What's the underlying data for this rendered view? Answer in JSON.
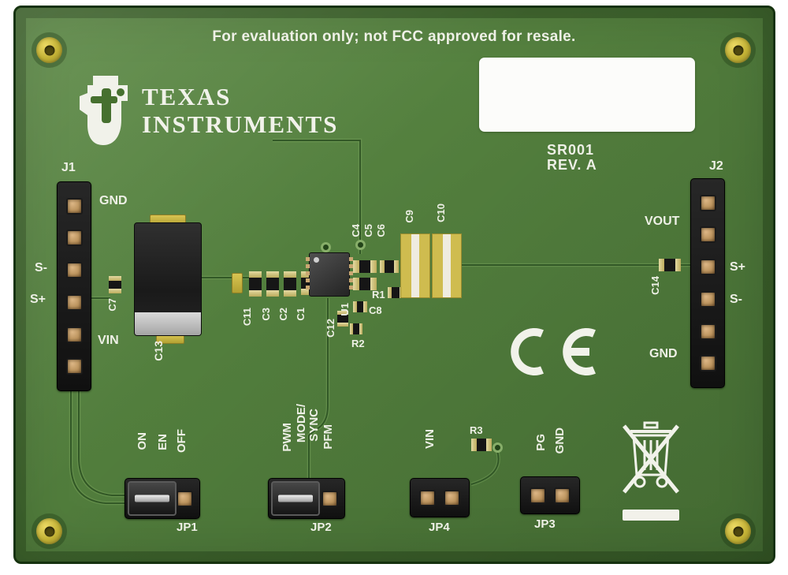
{
  "board": {
    "warning": "For evaluation only; not FCC approved for resale.",
    "logo": {
      "line1": "TEXAS",
      "line2": "INSTRUMENTS"
    },
    "name": "SR001",
    "rev": "REV. A",
    "ce_mark": "CE"
  },
  "connectors": {
    "j1": {
      "designator": "J1",
      "pin_gnd": "GND",
      "pin_s_minus": "S-",
      "pin_s_plus": "S+",
      "pin_vin": "VIN"
    },
    "j2": {
      "designator": "J2",
      "pin_vout": "VOUT",
      "pin_s_plus": "S+",
      "pin_s_minus": "S-",
      "pin_gnd": "GND"
    }
  },
  "components": {
    "u1": "U1",
    "c1": "C1",
    "c2": "C2",
    "c3": "C3",
    "c4": "C4",
    "c5": "C5",
    "c6": "C6",
    "c7": "C7",
    "c8": "C8",
    "c9": "C9",
    "c10": "C10",
    "c11": "C11",
    "c12": "C12",
    "c13": "C13",
    "c14": "C14",
    "r1": "R1",
    "r2": "R2",
    "r3": "R3"
  },
  "jumpers": {
    "jp1": {
      "designator": "JP1",
      "label_on": "ON",
      "label_en": "EN",
      "label_off": "OFF"
    },
    "jp2": {
      "designator": "JP2",
      "label_pwm": "PWM",
      "label_mode": "MODE/",
      "label_sync": "SYNC",
      "label_pfm": "PFM"
    },
    "jp3": {
      "designator": "JP3",
      "label_pg": "PG",
      "label_gnd": "GND"
    },
    "jp4": {
      "designator": "JP4",
      "label_vin": "VIN"
    }
  },
  "colors": {
    "board_green": "#517d3c",
    "silkscreen": "#eef0e6",
    "pin_gold": "#bd955f",
    "pad_gold": "#cfbc4f"
  }
}
